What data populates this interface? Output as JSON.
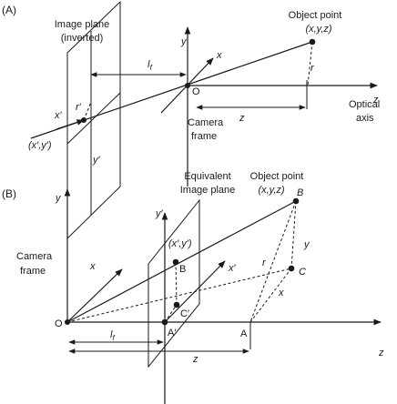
{
  "panel_a": {
    "tag": "(A)",
    "image_plane_line1": "Image plane",
    "image_plane_line2": "(inverted)",
    "object_point": "Object point",
    "object_coords": "(x,y,z)",
    "axis_y": "y",
    "axis_x": "x",
    "axis_z": "z",
    "focal_length": "l",
    "focal_subscript": "f",
    "origin": "O",
    "r_label": "r",
    "r_prime_label": "r′",
    "x_prime_label": "x′",
    "y_prime_label": "y′",
    "image_coords": "(x′,y′)",
    "z_distance": "z",
    "optical_axis_line1": "Optical",
    "optical_axis_line2": "axis",
    "camera_frame_line1": "Camera",
    "camera_frame_line2": "frame"
  },
  "panel_b": {
    "tag": "(B)",
    "axis_y": "y",
    "camera_frame_line1": "Camera",
    "camera_frame_line2": "frame",
    "axis_x": "x",
    "origin": "O",
    "focal_length": "l",
    "focal_subscript": "f",
    "equiv_line1": "Equivalent",
    "equiv_line2": "Image plane",
    "y_prime_label": "y′",
    "image_coords": "(x′,y′)",
    "point_b_prime": "B",
    "x_prime_label": "x′",
    "point_c_prime": "C′",
    "point_a_prime": "A′",
    "object_point": "Object point",
    "object_coords": "(x,y,z)",
    "point_b": "B",
    "r_label": "r",
    "y_label": "y",
    "point_c": "C",
    "x_label": "x",
    "point_a": "A",
    "axis_z": "z",
    "z_distance": "z"
  }
}
